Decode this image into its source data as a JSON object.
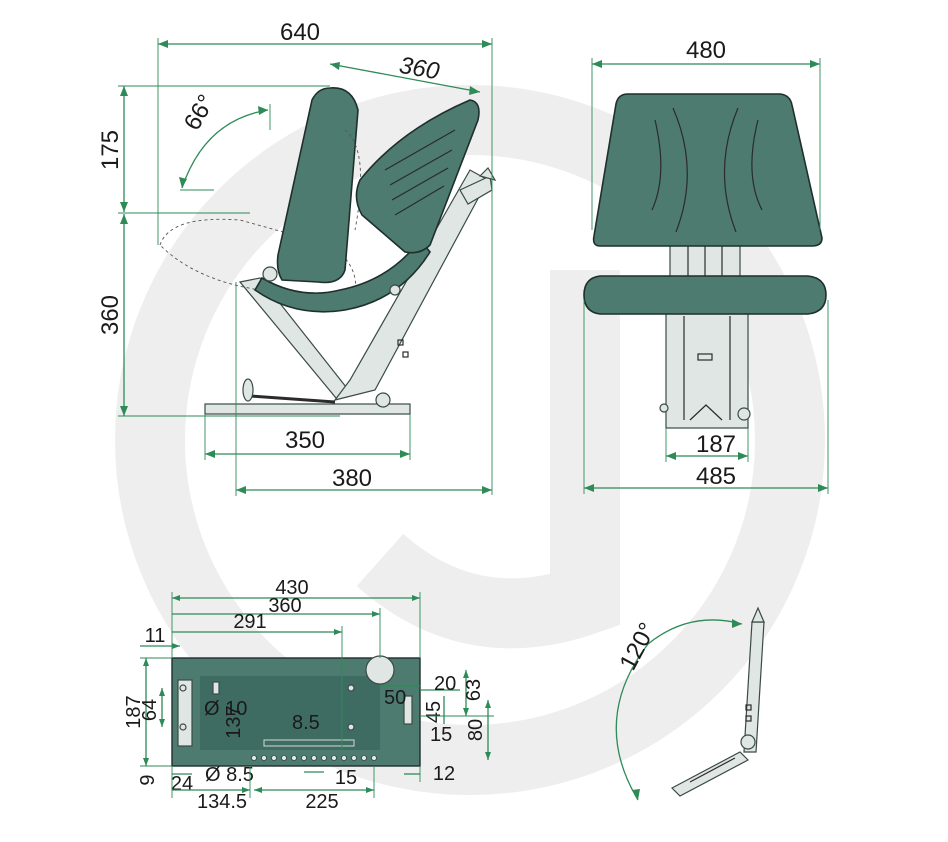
{
  "colors": {
    "dimension_line": "#2e8b57",
    "part_fill": "#4d7b70",
    "part_stroke": "#1f2f2b",
    "metal": "#dfe6e3",
    "text": "#1a1a1a",
    "watermark": "#eeeeee"
  },
  "side_view": {
    "width": "640",
    "backrest_length": "360",
    "angle": "66°",
    "top_height": "175",
    "seat_height": "360",
    "rail_depth": "350",
    "base_depth": "380"
  },
  "front_view": {
    "backrest_width": "480",
    "slider_width": "187",
    "overall_width": "485"
  },
  "base_plate": {
    "length": "430",
    "hole_span_outer": "360",
    "hole_span_inner": "291",
    "left_offset": "11",
    "height_total": "187",
    "slot_height": "64",
    "hole_diameter": "Ø 10",
    "slot_length": "137",
    "slot_width": "8.5",
    "knob_offset": "50",
    "knob_width": "20",
    "side_offset": "63",
    "handle_height": "45",
    "handle_width": "15",
    "right_height": "80",
    "bottom_offset": "9",
    "bottom_left": "24",
    "small_hole": "Ø 8.5",
    "row_pitch": "15",
    "right_margin": "12",
    "first_hole": "134.5",
    "row_length": "225"
  },
  "fold_view": {
    "angle": "120°"
  }
}
